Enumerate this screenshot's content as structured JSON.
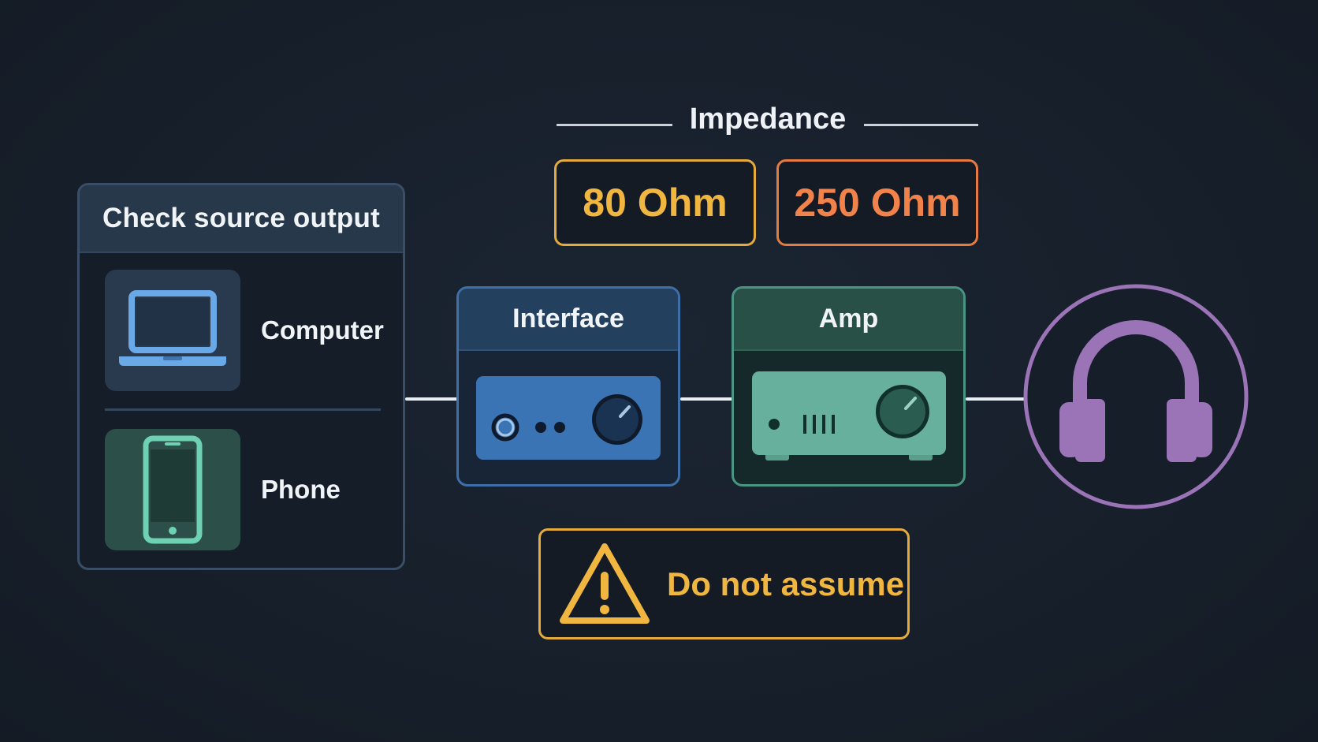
{
  "source": {
    "title": "Check source output",
    "items": [
      {
        "label": "Computer",
        "icon": "laptop-icon"
      },
      {
        "label": "Phone",
        "icon": "phone-icon"
      }
    ]
  },
  "impedance": {
    "title": "Impedance",
    "values": [
      "80 Ohm",
      "250 Ohm"
    ]
  },
  "chain": {
    "interface_label": "Interface",
    "amp_label": "Amp",
    "output_icon": "headphones-icon"
  },
  "warning": {
    "text": "Do not assume",
    "icon": "warning-triangle-icon"
  },
  "colors": {
    "background": "#17202c",
    "amber": "#f0b640",
    "orange": "#f0824a",
    "blue": "#3f6fa8",
    "teal": "#4a9483",
    "purple": "#9b74b8"
  }
}
